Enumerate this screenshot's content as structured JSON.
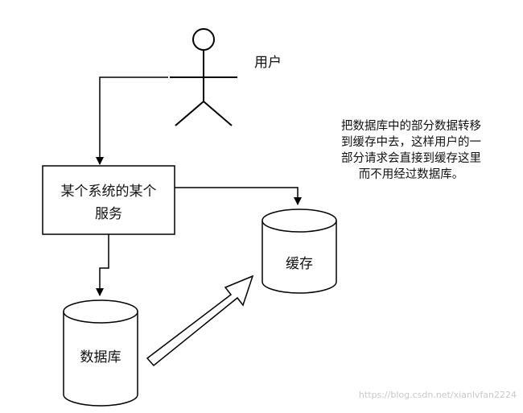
{
  "diagram": {
    "user_label": "用户",
    "service_label_line1": "某个系统的某个",
    "service_label_line2": "服务",
    "cache_label": "缓存",
    "database_label": "数据库",
    "note_lines": [
      "把数据库中的部分数据转移",
      "到缓存中去，这样用户的一",
      "部分请求会直接到缓存这里",
      "而不用经过数据库。"
    ]
  },
  "watermark": "https://blog.csdn.net/xianlvfan2224",
  "colors": {
    "stroke": "#000000",
    "fill": "#ffffff",
    "text": "#111111"
  }
}
